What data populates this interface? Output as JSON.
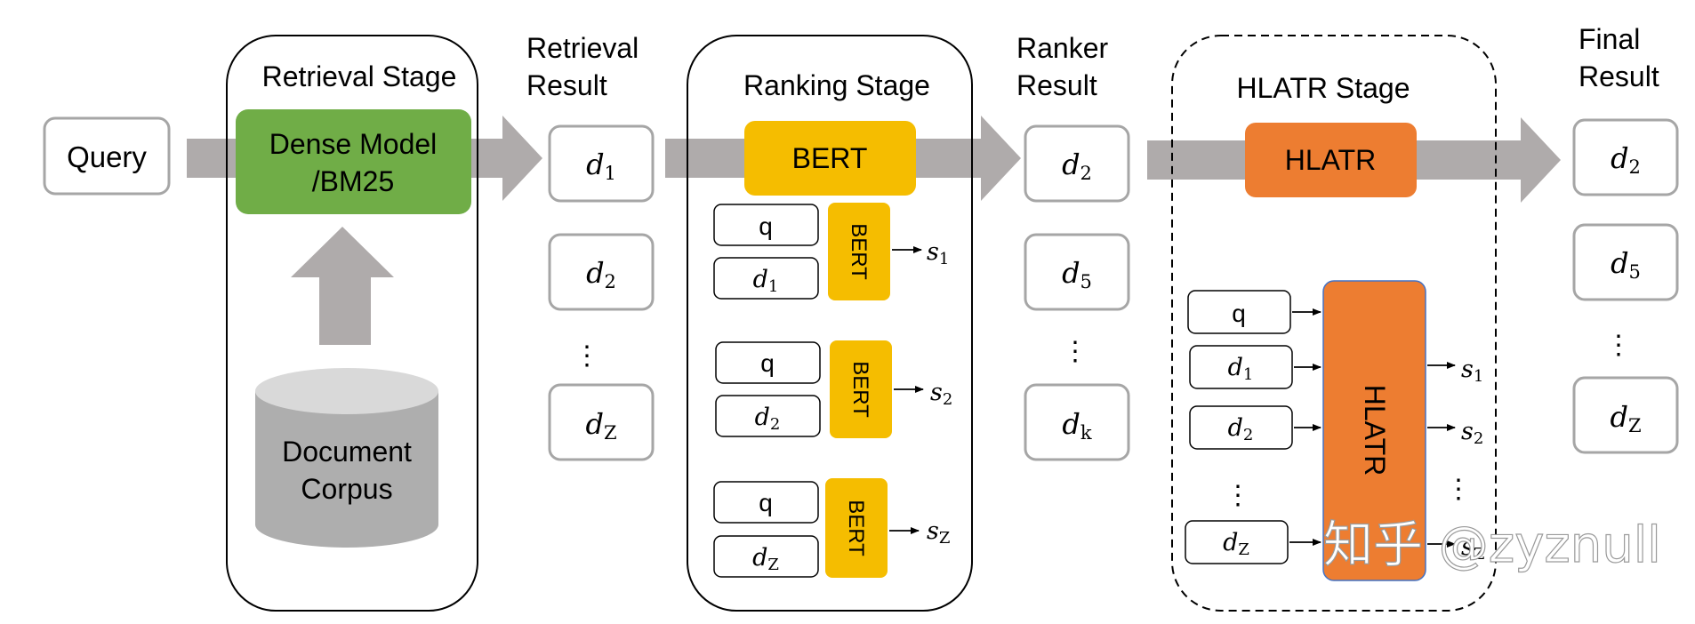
{
  "query_label": "Query",
  "retrieval": {
    "stage_title": "Retrieval Stage",
    "model_line1": "Dense Model",
    "model_line2": "/BM25",
    "corpus_line1": "Document",
    "corpus_line2": "Corpus"
  },
  "retrieval_result": {
    "title_line1": "Retrieval",
    "title_line2": "Result",
    "items": [
      {
        "base": "d",
        "sub": "1"
      },
      {
        "base": "d",
        "sub": "2"
      },
      {
        "base": "d",
        "sub": "Z"
      }
    ],
    "ellipsis": "⋮"
  },
  "ranking": {
    "stage_title": "Ranking Stage",
    "model_label": "BERT",
    "pairs": [
      {
        "q": "q",
        "doc": {
          "base": "d",
          "sub": "1"
        },
        "bert": "BERT",
        "score": {
          "base": "s",
          "sub": "1"
        }
      },
      {
        "q": "q",
        "doc": {
          "base": "d",
          "sub": "2"
        },
        "bert": "BERT",
        "score": {
          "base": "s",
          "sub": "2"
        }
      },
      {
        "q": "q",
        "doc": {
          "base": "d",
          "sub": "Z"
        },
        "bert": "BERT",
        "score": {
          "base": "s",
          "sub": "Z"
        }
      }
    ]
  },
  "ranker_result": {
    "title_line1": "Ranker",
    "title_line2": "Result",
    "items": [
      {
        "base": "d",
        "sub": "2"
      },
      {
        "base": "d",
        "sub": "5"
      },
      {
        "base": "d",
        "sub": "k"
      }
    ],
    "ellipsis": "⋮"
  },
  "hlatr": {
    "stage_title": "HLATR Stage",
    "model_label": "HLATR",
    "block_label": "HLATR",
    "inputs": [
      {
        "plain": "q"
      },
      {
        "base": "d",
        "sub": "1"
      },
      {
        "base": "d",
        "sub": "2"
      },
      {
        "base": "d",
        "sub": "Z"
      }
    ],
    "outputs": [
      {
        "base": "s",
        "sub": "1"
      },
      {
        "base": "s",
        "sub": "2"
      },
      {
        "base": "s",
        "sub": "Z"
      }
    ],
    "ellipsis": "⋮"
  },
  "final_result": {
    "title_line1": "Final",
    "title_line2": "Result",
    "items": [
      {
        "base": "d",
        "sub": "2"
      },
      {
        "base": "d",
        "sub": "5"
      },
      {
        "base": "d",
        "sub": "Z"
      }
    ],
    "ellipsis": "⋮"
  },
  "watermark": "知乎 @zyznull",
  "colors": {
    "green": "#70ad47",
    "yellow": "#f5bd00",
    "orange": "#ed7d31",
    "gray_arrow": "#afabab",
    "cylinder": "#aeaeae",
    "cylinder_top": "#d9d9d9",
    "box_border": "#a6a6a6"
  }
}
